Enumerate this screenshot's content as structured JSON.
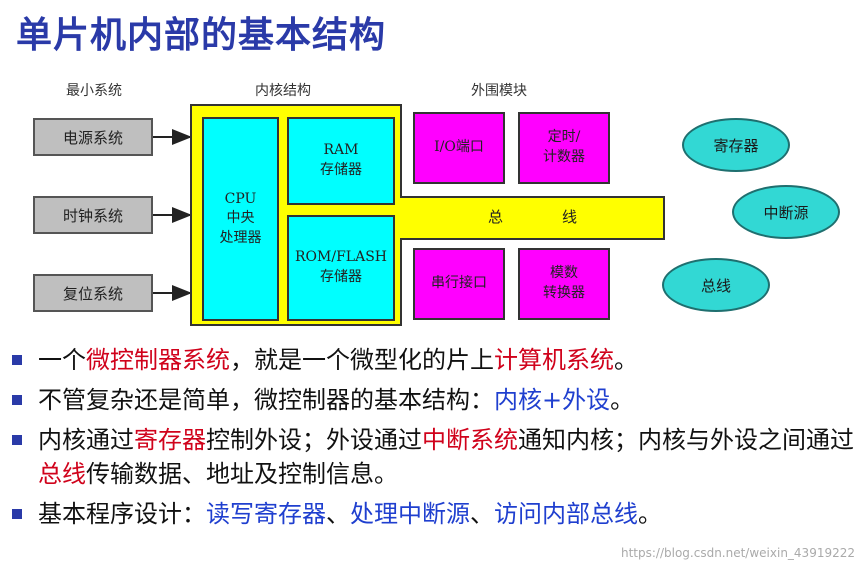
{
  "title": "单片机内部的基本结构",
  "diagram": {
    "columns": {
      "left": "最小系统",
      "core": "内核结构",
      "periph": "外围模块"
    },
    "left_boxes": [
      "电源系统",
      "时钟系统",
      "复位系统"
    ],
    "cpu": "CPU\n中央\n处理器",
    "ram": "RAM\n存储器",
    "rom": "ROM/FLASH\n存储器",
    "bus_char_1": "总",
    "bus_char_2": "线",
    "periph_top": [
      "I/O端口",
      "定时/\n计数器"
    ],
    "periph_bottom": [
      "串行接口",
      "模数\n转换器"
    ],
    "ellipses": [
      "寄存器",
      "中断源",
      "总线"
    ],
    "colors": {
      "cyan": "#00ffff",
      "magenta": "#ff00ff",
      "yellow": "#ffff00",
      "gray": "#bfbfbf",
      "ellipse": "#32d8d4",
      "title": "#2a3aa8",
      "red": "#d0021b",
      "blue": "#1f3fcf"
    }
  },
  "bullets": [
    [
      {
        "t": "一个"
      },
      {
        "t": "微控制器系统",
        "c": "red"
      },
      {
        "t": "，就是一个微型化的片上"
      },
      {
        "t": "计算机系统",
        "c": "red"
      },
      {
        "t": "。"
      }
    ],
    [
      {
        "t": "不管复杂还是简单，微控制器的基本结构："
      },
      {
        "t": "内核+外设",
        "c": "blue"
      },
      {
        "t": "。"
      }
    ],
    [
      {
        "t": "内核通过"
      },
      {
        "t": "寄存器",
        "c": "red"
      },
      {
        "t": "控制外设；外设通过"
      },
      {
        "t": "中断系统",
        "c": "red"
      },
      {
        "t": "通知内核；内核与外设之间通过"
      },
      {
        "t": "总线",
        "c": "red"
      },
      {
        "t": "传输数据、地址及控制信息。"
      }
    ],
    [
      {
        "t": "基本程序设计："
      },
      {
        "t": "读写寄存器",
        "c": "blue"
      },
      {
        "t": "、"
      },
      {
        "t": "处理中断源",
        "c": "blue"
      },
      {
        "t": "、"
      },
      {
        "t": "访问内部总线",
        "c": "blue"
      },
      {
        "t": "。"
      }
    ]
  ],
  "watermark": "https://blog.csdn.net/weixin_43919222"
}
